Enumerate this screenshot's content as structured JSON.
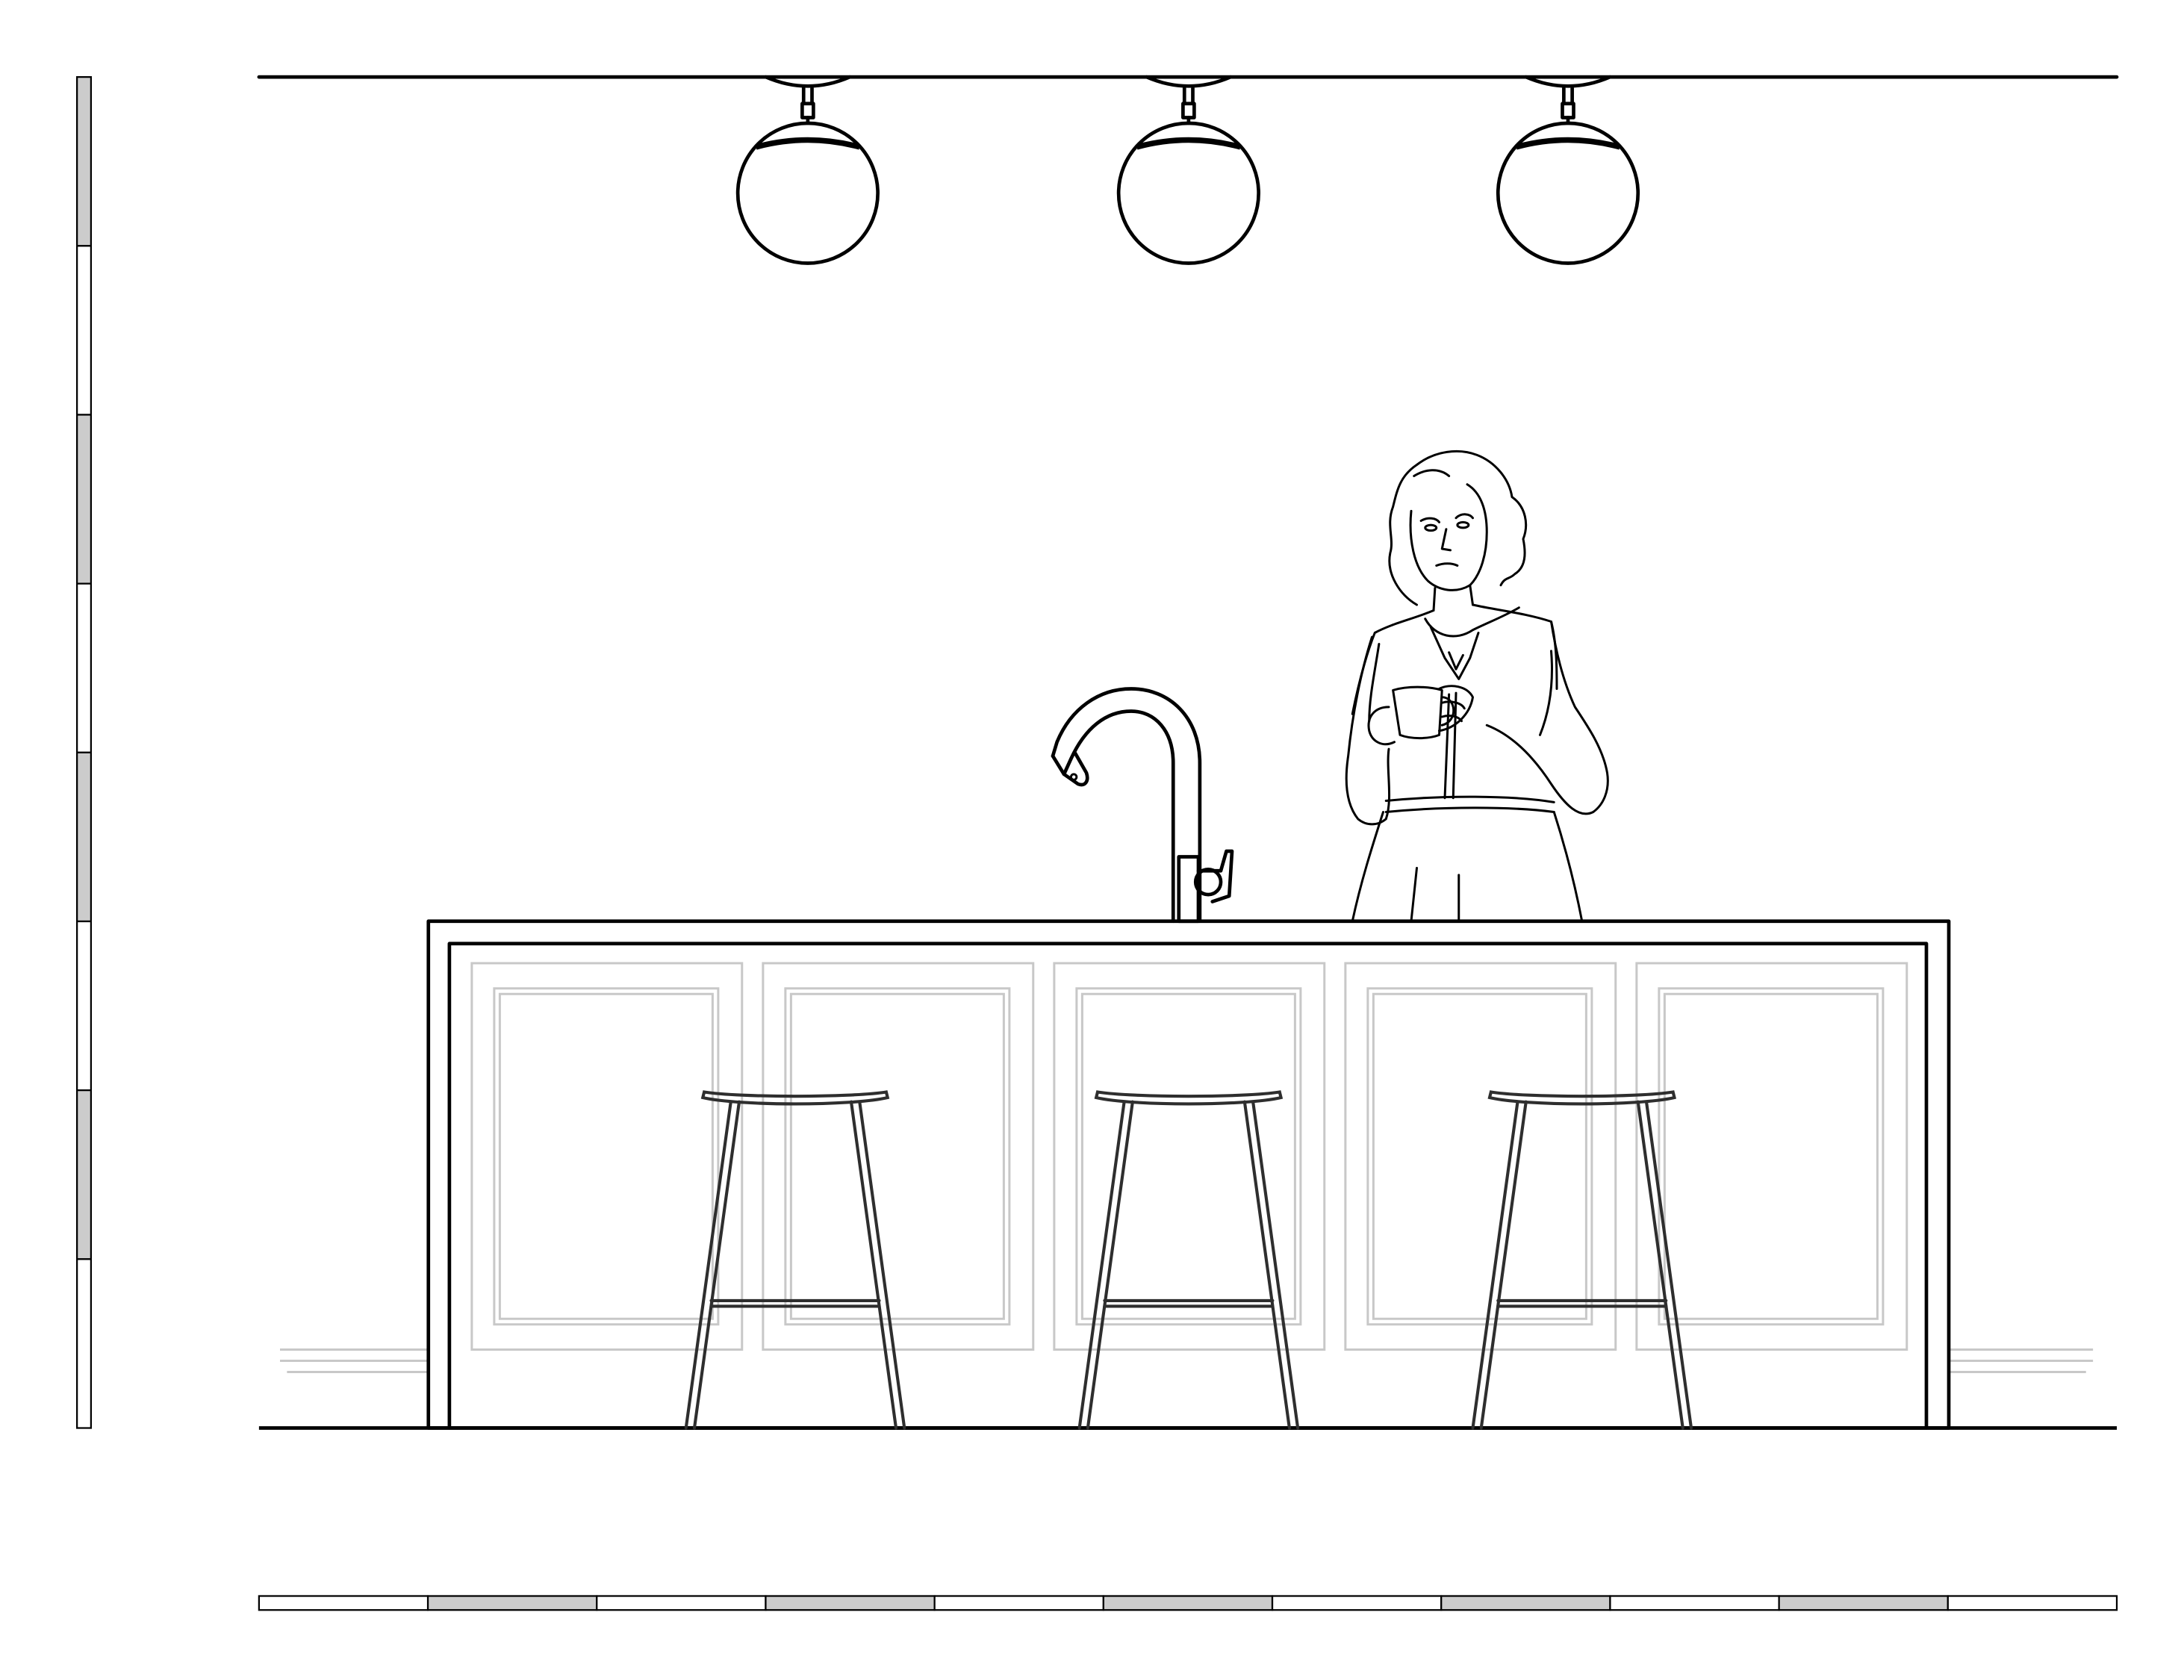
{
  "drawing": {
    "type": "kitchen island elevation line drawing",
    "colors": {
      "line": "#000000",
      "panel_detail": "#c8c8c8",
      "scale_fill": "#cccccc",
      "background": "#ffffff"
    },
    "scale_bar_horizontal": {
      "segments": 11,
      "pattern": [
        "white",
        "gray",
        "white",
        "gray",
        "white",
        "gray",
        "white",
        "gray",
        "white",
        "gray",
        "white"
      ]
    },
    "scale_bar_vertical": {
      "segments": 8,
      "pattern": [
        "gray",
        "white",
        "gray",
        "white",
        "gray",
        "white",
        "gray",
        "white"
      ]
    },
    "pendant_lights": {
      "count": 3,
      "icon": "globe-pendant-icon"
    },
    "island": {
      "cabinet_panels": 5,
      "faucet_icon": "gooseneck-faucet-icon"
    },
    "bar_stools": {
      "count": 3,
      "icon": "bar-stool-icon"
    },
    "figure": {
      "icon": "person-holding-mug-icon"
    }
  }
}
